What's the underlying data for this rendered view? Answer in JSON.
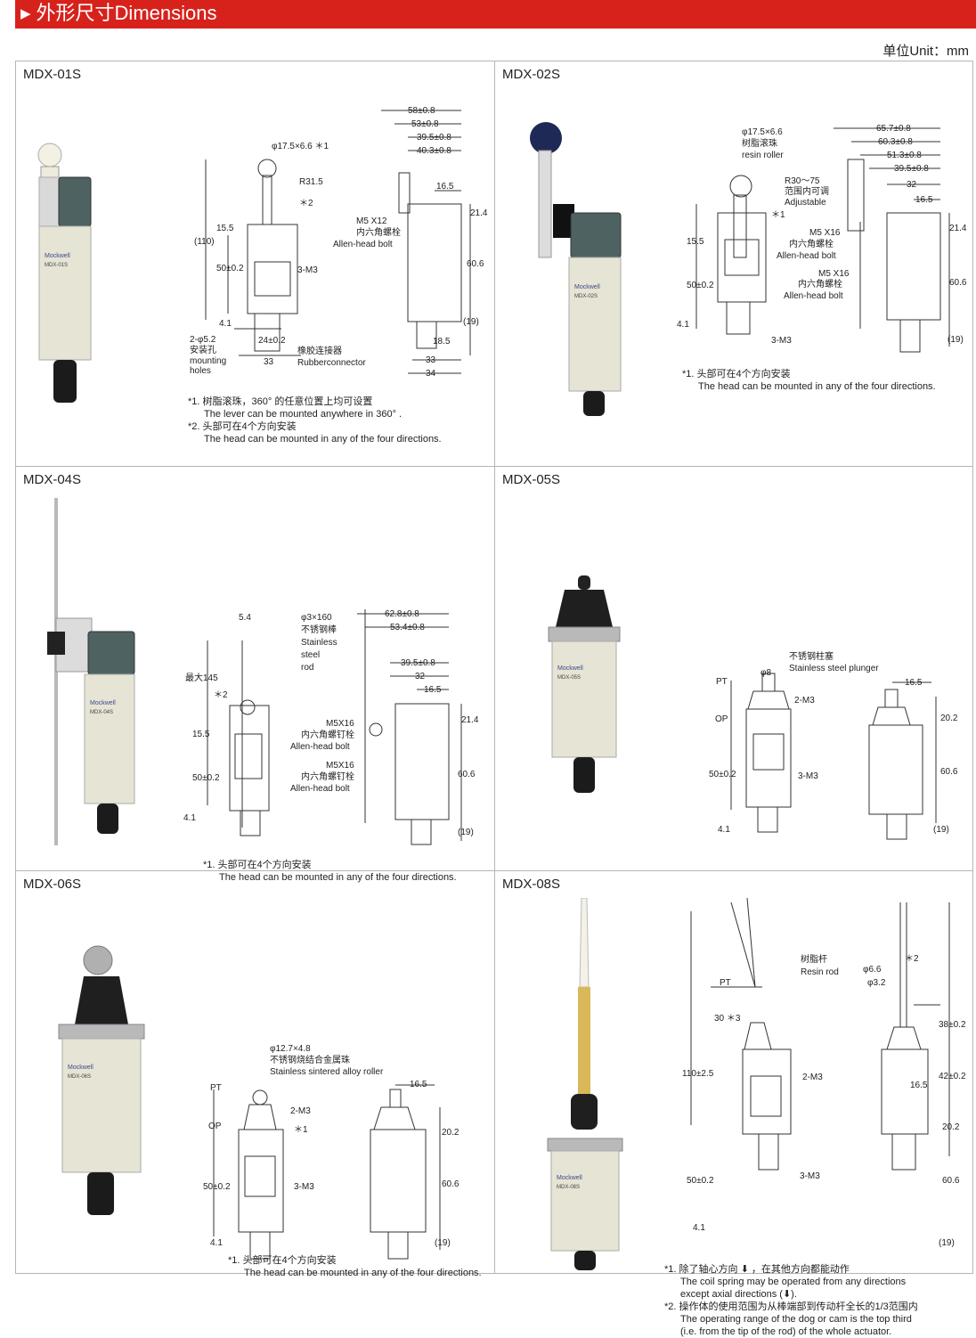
{
  "header": {
    "arrow": "▶",
    "title": "外形尺寸Dimensions",
    "unit": "单位Unit：mm"
  },
  "brand": "Mockwell",
  "cells": [
    {
      "model": "MDX-01S",
      "photo_label": "MDX-01S",
      "labels": {
        "roller": "φ17.5×6.6 ＊1",
        "r": "R31.5",
        "star2": "＊2",
        "d110": "(110)",
        "d155": "15.5",
        "d50": "50±0.2",
        "m3": "3-M3",
        "d41": "4.1",
        "hole": "2-φ5.2",
        "hole_zh": "安装孔",
        "hole_en1": "mounting",
        "hole_en2": "holes",
        "d24": "24±0.2",
        "d33a": "33",
        "rub_zh": "橡胶连接器",
        "rub_en": "Rubberconnector",
        "d58": "58±0.8",
        "d53": "53±0.8",
        "d395": "39.5±0.8",
        "d403": "40.3±0.8",
        "d165": "16.5",
        "bolt": "M5 X12",
        "bolt_zh": "内六角螺栓",
        "bolt_en": "Allen-head bolt",
        "d214": "21.4",
        "d606": "60.6",
        "d19": "(19)",
        "d185": "18.5",
        "d33b": "33",
        "d34": "34"
      },
      "notes": [
        "*1. 树脂滚珠，360° 的任意位置上均可设置",
        "The lever can be mounted anywhere in 360° .",
        "*2. 头部可在4个方向安装",
        "The head can be mounted in any of the four directions."
      ]
    },
    {
      "model": "MDX-02S",
      "photo_label": "MDX-02S",
      "labels": {
        "roller": "φ17.5×6.6",
        "roller_zh": "树脂滚珠",
        "roller_en": "resin roller",
        "r": "R30～75",
        "r_zh": "范围内可调",
        "r_en": "Adjustable",
        "star1": "＊1",
        "d155": "15.5",
        "d50": "50±0.2",
        "d41": "4.1",
        "m3": "3-M3",
        "bolt1": "M5 X16",
        "bolt1_zh": "内六角螺栓",
        "bolt1_en": "Allen-head bolt",
        "bolt2": "M5 X16",
        "bolt2_zh": "内六角螺栓",
        "bolt2_en": "Allen-head bolt",
        "d657": "65.7±0.8",
        "d603": "60.3±0.8",
        "d513": "51.3±0.8",
        "d395": "39.5±0.8",
        "d32": "32",
        "d165": "16.5",
        "d214": "21.4",
        "d606": "60.6",
        "d19": "(19)"
      },
      "notes": [
        "*1. 头部可在4个方向安装",
        "The head can be mounted in any of the four directions."
      ]
    },
    {
      "model": "MDX-04S",
      "photo_label": "MDX-04S",
      "labels": {
        "d54": "5.4",
        "max": "最大145",
        "star2": "＊2",
        "d155": "15.5",
        "d50": "50±0.2",
        "d41": "4.1",
        "rod": "φ3×160",
        "rod_zh": "不锈钢棒",
        "rod_en1": "Stainless",
        "rod_en2": "steel",
        "rod_en3": "rod",
        "bolt1": "M5X16",
        "bolt1_zh": "内六角螺钉栓",
        "bolt1_en": "Allen-head bolt",
        "bolt2": "M5X16",
        "bolt2_zh": "内六角螺钉栓",
        "bolt2_en": "Allen-head bolt",
        "d628": "62.8±0.8",
        "d534": "53.4±0.8",
        "d395": "39.5±0.8",
        "d32": "32",
        "d165": "16.5",
        "d214": "21.4",
        "d606": "60.6",
        "d19": "(19)"
      },
      "notes": [
        "*1. 头部可在4个方向安装",
        "The head can be mounted in any of the four directions."
      ]
    },
    {
      "model": "MDX-05S",
      "photo_label": "MDX-05S",
      "labels": {
        "plunger_zh": "不锈钢柱塞",
        "plunger_en": "Stainless steel plunger",
        "phi8": "φ8",
        "pt": "PT",
        "op": "OP",
        "m3a": "2-M3",
        "d50": "50±0.2",
        "m3b": "3-M3",
        "d41": "4.1",
        "d165": "16.5",
        "d202": "20.2",
        "d606": "60.6",
        "d19": "(19)"
      },
      "notes": []
    },
    {
      "model": "MDX-06S",
      "photo_label": "MDX-06S",
      "labels": {
        "roller": "φ12.7×4.8",
        "roller_zh": "不锈钢烧结合金属珠",
        "roller_en": "Stainless sintered alloy roller",
        "pt": "PT",
        "op": "OP",
        "m3a": "2-M3",
        "star1": "＊1",
        "d50": "50±0.2",
        "m3b": "3-M3",
        "d41": "4.1",
        "d165": "16.5",
        "d202": "20.2",
        "d606": "60.6",
        "d19": "(19)"
      },
      "notes": [
        "*1. 头部可在4个方向安装",
        "The head can be mounted in any of the four directions."
      ]
    },
    {
      "model": "MDX-08S",
      "photo_label": "MDX-08S",
      "labels": {
        "rod_zh": "树脂杆",
        "rod_en": "Resin rod",
        "pt": "PT",
        "d30": "30 ＊3",
        "d110": "110±2.5",
        "m3a": "2-M3",
        "d50": "50±0.2",
        "m3b": "3-M3",
        "d41": "4.1",
        "phi66": "φ6.6",
        "star2": "＊2",
        "phi32": "φ3.2",
        "d38": "38±0.2",
        "d42": "42±0.2",
        "d165": "16.5",
        "d202": "20.2",
        "d606": "60.6",
        "d19": "(19)"
      },
      "notes": [
        "*1. 除了轴心方向 ⬇ ，在其他方向都能动作",
        "The coil spring may be operated from any directions",
        "except axial directions (⬇).",
        "*2. 操作体的使用范围为从棒端部到传动杆全长的1/3范围内",
        "The operating range of the dog or cam is the top third",
        "(i.e. from the tip of the rod) of the whole actuator."
      ]
    }
  ]
}
